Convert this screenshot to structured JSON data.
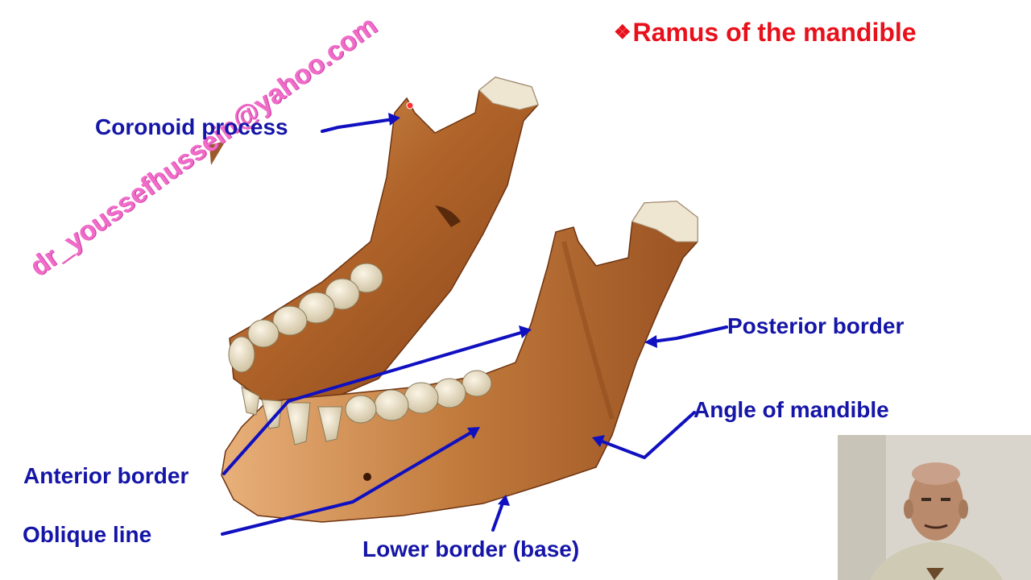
{
  "slide": {
    "title_bullet": "❖",
    "title": "Ramus of the mandible",
    "watermark": "dr_youssefhussein@yahoo.com",
    "labels": {
      "coronoid": "Coronoid process",
      "posterior": "Posterior border",
      "angle": "Angle of mandible",
      "anterior": "Anterior border",
      "oblique": "Oblique line",
      "lower": "Lower border (base)"
    }
  },
  "colors": {
    "title": "#e8101a",
    "label": "#1515a8",
    "arrow": "#1010c0",
    "watermark": "#f06cc8",
    "bone": "#a85a22"
  }
}
